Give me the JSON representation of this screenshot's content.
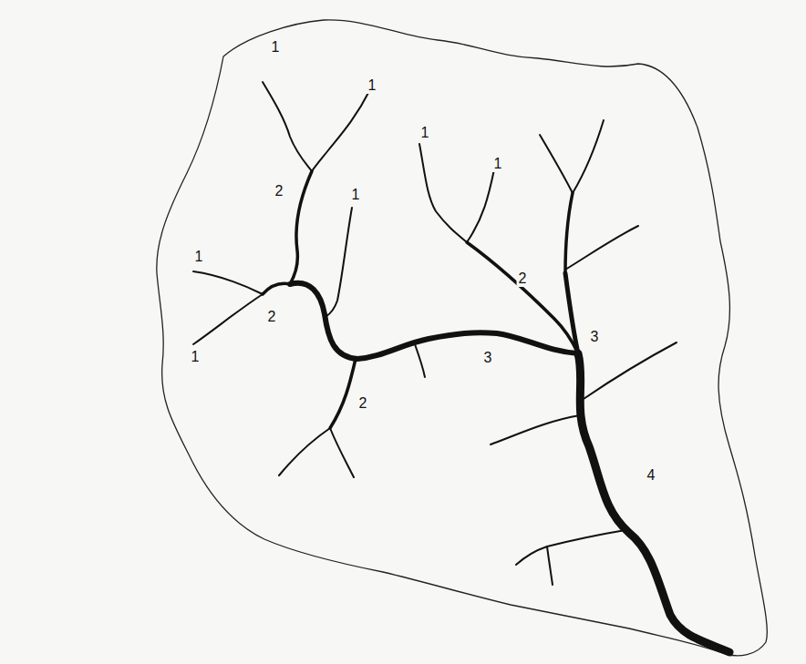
{
  "diagram": {
    "labels": [
      "1",
      "1",
      "2",
      "1",
      "1",
      "2",
      "1",
      "2",
      "1",
      "1",
      "2",
      "3",
      "3",
      "4"
    ]
  }
}
